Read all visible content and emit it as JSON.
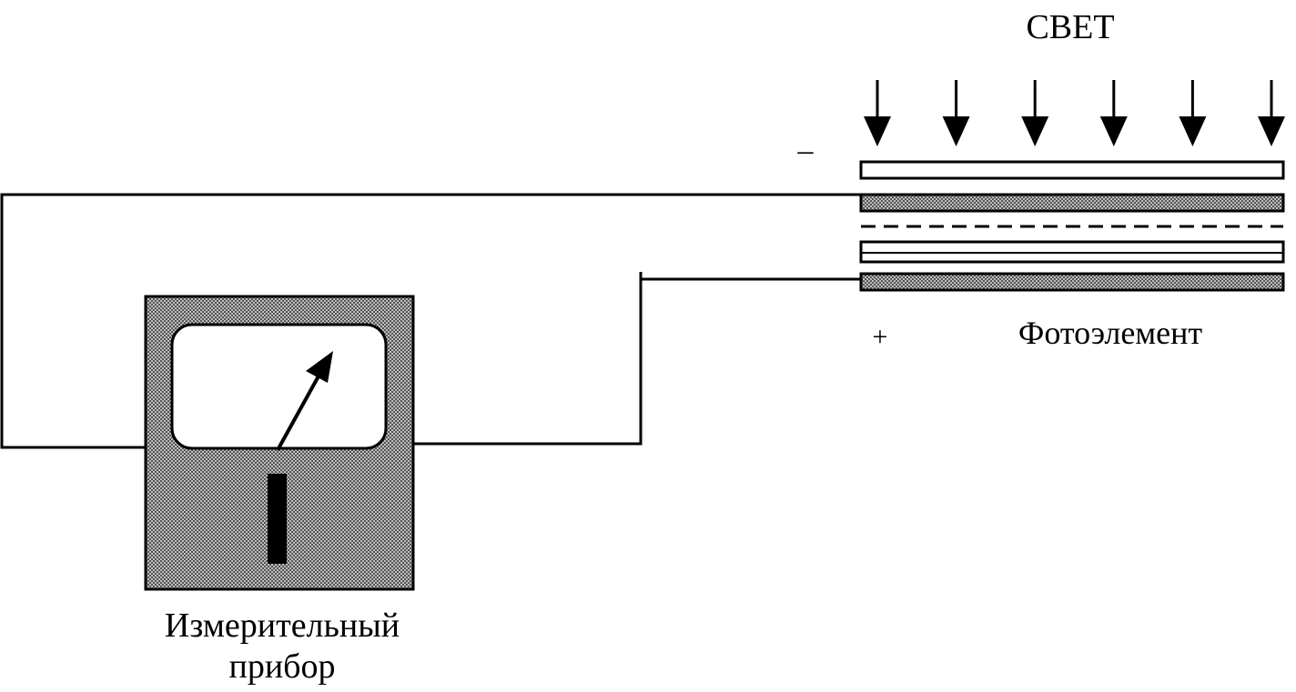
{
  "diagram": {
    "light_label": "СВЕТ",
    "minus_sign": "–",
    "plus_sign": "+",
    "photocell_label": "Фотоэлемент",
    "meter_label_line1": "Измерительный",
    "meter_label_line2": "прибор",
    "arrow_count": 6
  },
  "colors": {
    "ink": "#000000",
    "paper": "#ffffff",
    "hatch_dark": "#555555",
    "hatch_light": "#bdbdbd"
  }
}
